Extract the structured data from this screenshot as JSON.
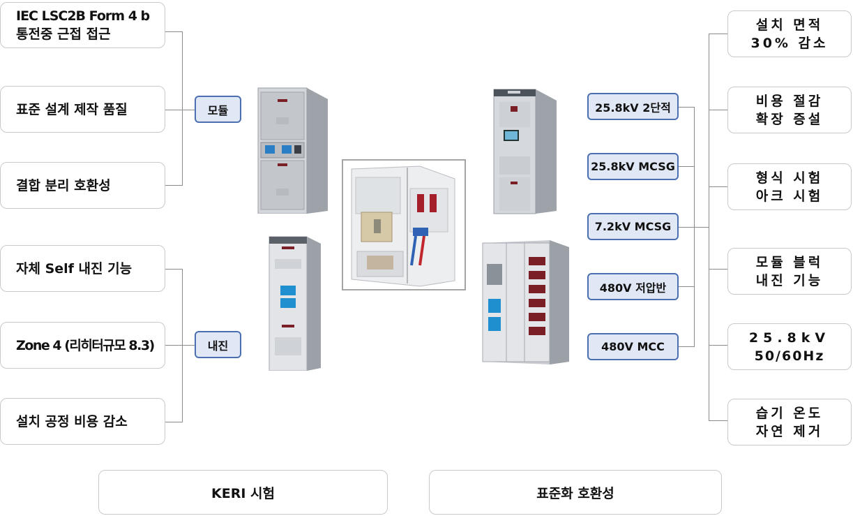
{
  "left_features": [
    {
      "lines": [
        "IEC  LSC2B  Form 4 b",
        "통전중  근접  접근"
      ]
    },
    {
      "lines": [
        "표준  설계  제작  품질"
      ]
    },
    {
      "lines": [
        "결합  분리  호환성"
      ]
    },
    {
      "lines": [
        "자체  Self    내진  기능"
      ]
    },
    {
      "lines": [
        "Zone 4 (리히터규모 8.3)"
      ]
    },
    {
      "lines": [
        "설치  공정  비용  감소"
      ]
    }
  ],
  "left_tags": {
    "modular": "모듈",
    "seismic": "내진"
  },
  "right_tags": [
    "25.8kV 2단적",
    "25.8kV  MCSG",
    "7.2kV  MCSG",
    "480V  저압반",
    "480V  MCC"
  ],
  "right_features": [
    {
      "lines": [
        "설치  면적",
        "30%  감소"
      ]
    },
    {
      "lines": [
        "비용  절감",
        "확장  증설"
      ]
    },
    {
      "lines": [
        "형식  시험",
        "아크  시험"
      ]
    },
    {
      "lines": [
        "모듈  블럭",
        "내진  기능"
      ]
    },
    {
      "lines": [
        "25.8kV",
        "50/60Hz"
      ]
    },
    {
      "lines": [
        "습기  온도",
        "자연  제거"
      ]
    }
  ],
  "bottom": {
    "left": "KERI 시험",
    "right": "표준화 호환성"
  }
}
